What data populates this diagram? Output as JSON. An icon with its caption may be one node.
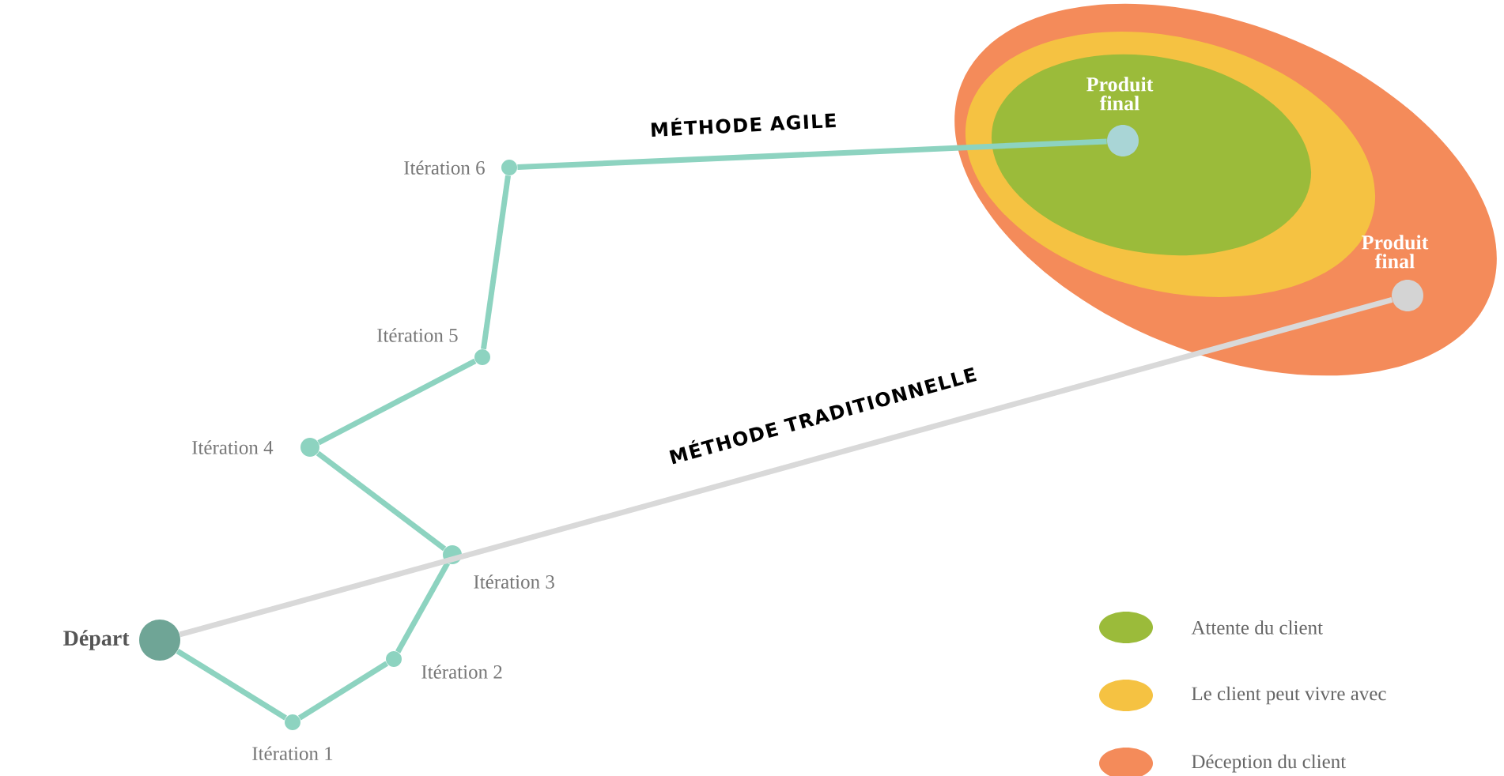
{
  "diagram": {
    "nodes": [
      {
        "text": [],
        "shape": "circle",
        "beside": [
          "Départ"
        ]
      },
      {
        "text": [],
        "shape": "circle",
        "beside": [
          "Itération 1"
        ]
      },
      {
        "text": [],
        "shape": "circle",
        "beside": [
          "Itération 2"
        ]
      },
      {
        "text": [],
        "shape": "circle",
        "beside": [
          "Itération 3"
        ]
      },
      {
        "text": [],
        "shape": "circle",
        "beside": [
          "Itération 4"
        ]
      },
      {
        "text": [],
        "shape": "circle",
        "beside": [
          "Itération 5"
        ]
      },
      {
        "text": [],
        "shape": "circle",
        "beside": [
          "Itération 6"
        ]
      },
      {
        "text": [],
        "shape": "circle",
        "beside": [
          "Produit final"
        ]
      },
      {
        "text": [],
        "shape": "circle",
        "beside": [
          "Produit final"
        ]
      }
    ],
    "edges": [
      {
        "from": 0,
        "to": 1,
        "arrow": "none"
      },
      {
        "from": 1,
        "to": 2,
        "arrow": "none"
      },
      {
        "from": 2,
        "to": 3,
        "arrow": "none"
      },
      {
        "from": 3,
        "to": 4,
        "arrow": "none"
      },
      {
        "from": 4,
        "to": 5,
        "arrow": "none"
      },
      {
        "from": 5,
        "to": 6,
        "arrow": "none"
      },
      {
        "from": 6,
        "to": 7,
        "arrow": "none",
        "label": "MÉTHODE AGILE"
      },
      {
        "from": 0,
        "to": 8,
        "arrow": "none",
        "label": "MÉTHODE TRADITIONNELLE",
        "color": "#d9d9d9"
      }
    ],
    "legend": [
      {
        "text": "Attente du client",
        "color": "#9bbb3a"
      },
      {
        "text": "Le client peut vivre avec",
        "color": "#f5c242"
      },
      {
        "text": "Déception du client",
        "color": "#f48b5a"
      }
    ]
  }
}
